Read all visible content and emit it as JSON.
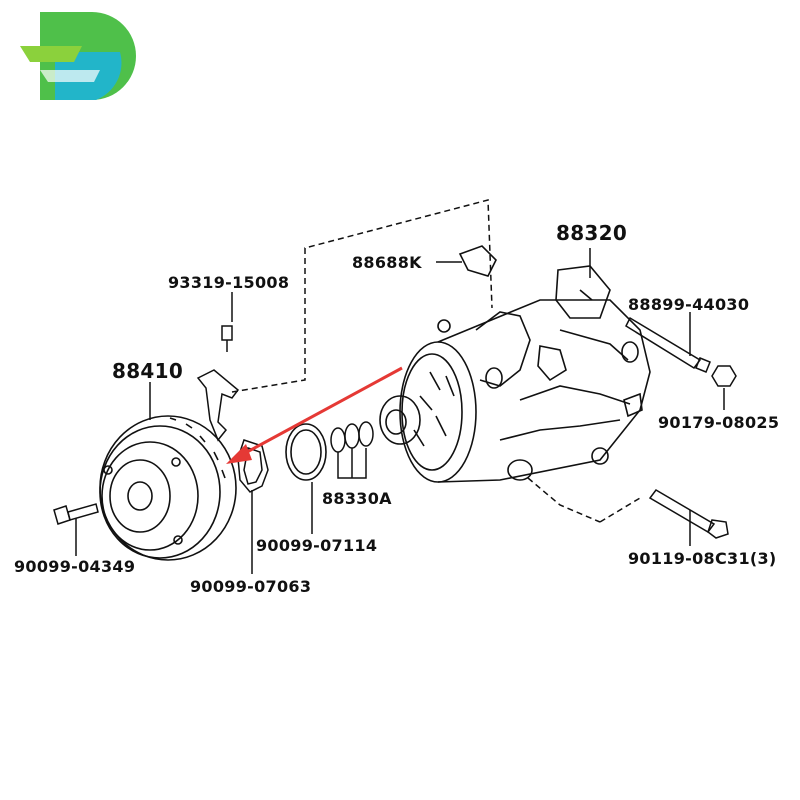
{
  "diagram": {
    "logo": "brand-logo",
    "colors": {
      "line": "#111111",
      "arrow": "#e53935",
      "logo_green": "#4fc04a",
      "logo_teal": "#22b5c9",
      "logo_lime": "#8bd13c"
    },
    "parts": {
      "p88320": "88320",
      "p88688k": "88688K",
      "p93319": "93319-15008",
      "p88410": "88410",
      "p88899": "88899-44030",
      "p90179": "90179-08025",
      "p88330a": "88330A",
      "p90099_07114": "90099-07114",
      "p90099_04349": "90099-04349",
      "p90099_07063": "90099-07063",
      "p90119": "90119-08C31(3)"
    }
  }
}
